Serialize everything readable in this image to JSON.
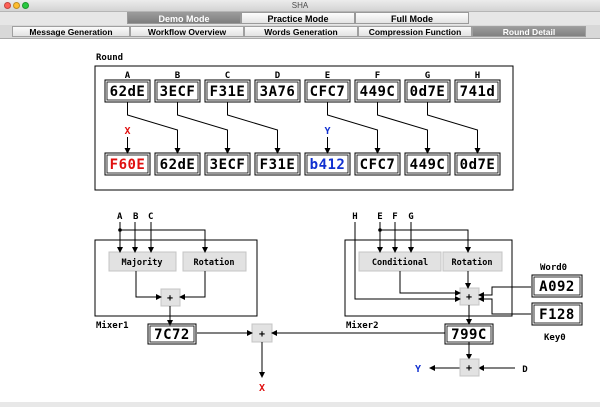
{
  "window": {
    "title": "SHA"
  },
  "modes": [
    {
      "label": "Demo Mode",
      "active": true
    },
    {
      "label": "Practice Mode",
      "active": false
    },
    {
      "label": "Full Mode",
      "active": false
    }
  ],
  "tabs": [
    {
      "label": "Message Generation",
      "active": false
    },
    {
      "label": "Workflow Overview",
      "active": false
    },
    {
      "label": "Words Generation",
      "active": false
    },
    {
      "label": "Compression Function",
      "active": false
    },
    {
      "label": "Round Detail",
      "active": true
    }
  ],
  "round": {
    "title": "Round",
    "columns": [
      "A",
      "B",
      "C",
      "D",
      "E",
      "F",
      "G",
      "H"
    ],
    "inputs": [
      "62dE",
      "3ECF",
      "F31E",
      "3A76",
      "CFC7",
      "449C",
      "0d7E",
      "741d"
    ],
    "x_label": "X",
    "y_label": "Y",
    "outputs": [
      "F60E",
      "62dE",
      "3ECF",
      "F31E",
      "b412",
      "CFC7",
      "449C",
      "0d7E"
    ],
    "colors": {
      "x": "#e01010",
      "y": "#1030d0",
      "normal": "#000000"
    }
  },
  "mixer1": {
    "title": "Mixer1",
    "inputs": [
      "A",
      "B",
      "C"
    ],
    "majority_label": "Majority",
    "rotation_label": "Rotation",
    "plus": "+",
    "result": "7C72"
  },
  "mixer2": {
    "title": "Mixer2",
    "inputs": [
      "H",
      "E",
      "F",
      "G"
    ],
    "conditional_label": "Conditional",
    "rotation_label": "Rotation",
    "plus": "+",
    "result": "799C"
  },
  "word": {
    "label": "Word0",
    "value": "A092"
  },
  "key": {
    "label": "Key0",
    "value": "F128"
  },
  "final": {
    "plus_x": "+",
    "plus_y": "+",
    "x_label": "X",
    "y_label": "Y",
    "d_label": "D"
  }
}
